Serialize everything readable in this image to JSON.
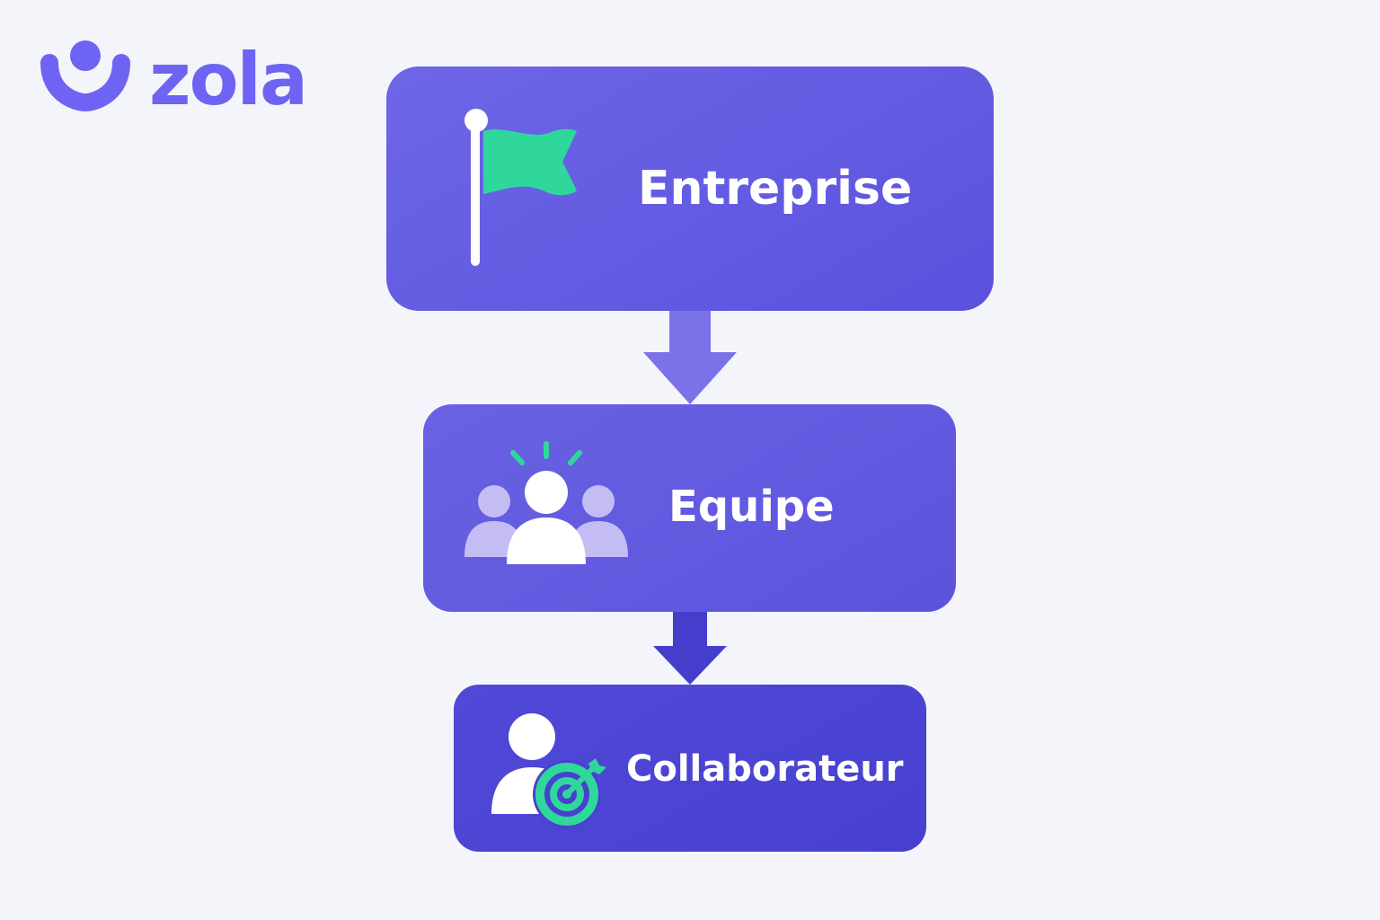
{
  "brand": {
    "name": "zola",
    "icon": "smile-logo-icon",
    "color": "#6e63f2"
  },
  "hierarchy": {
    "levels": [
      {
        "label": "Entreprise",
        "icon": "flag-icon"
      },
      {
        "label": "Equipe",
        "icon": "team-icon"
      },
      {
        "label": "Collaborateur",
        "icon": "person-target-icon"
      }
    ]
  },
  "colors": {
    "background": "#f4f5fa",
    "box_top": "#6a62e3",
    "box_bottom": "#4a42d1",
    "accent_green": "#2fd89a",
    "arrow_light": "#7b72ea",
    "arrow_dark": "#453dcc"
  }
}
